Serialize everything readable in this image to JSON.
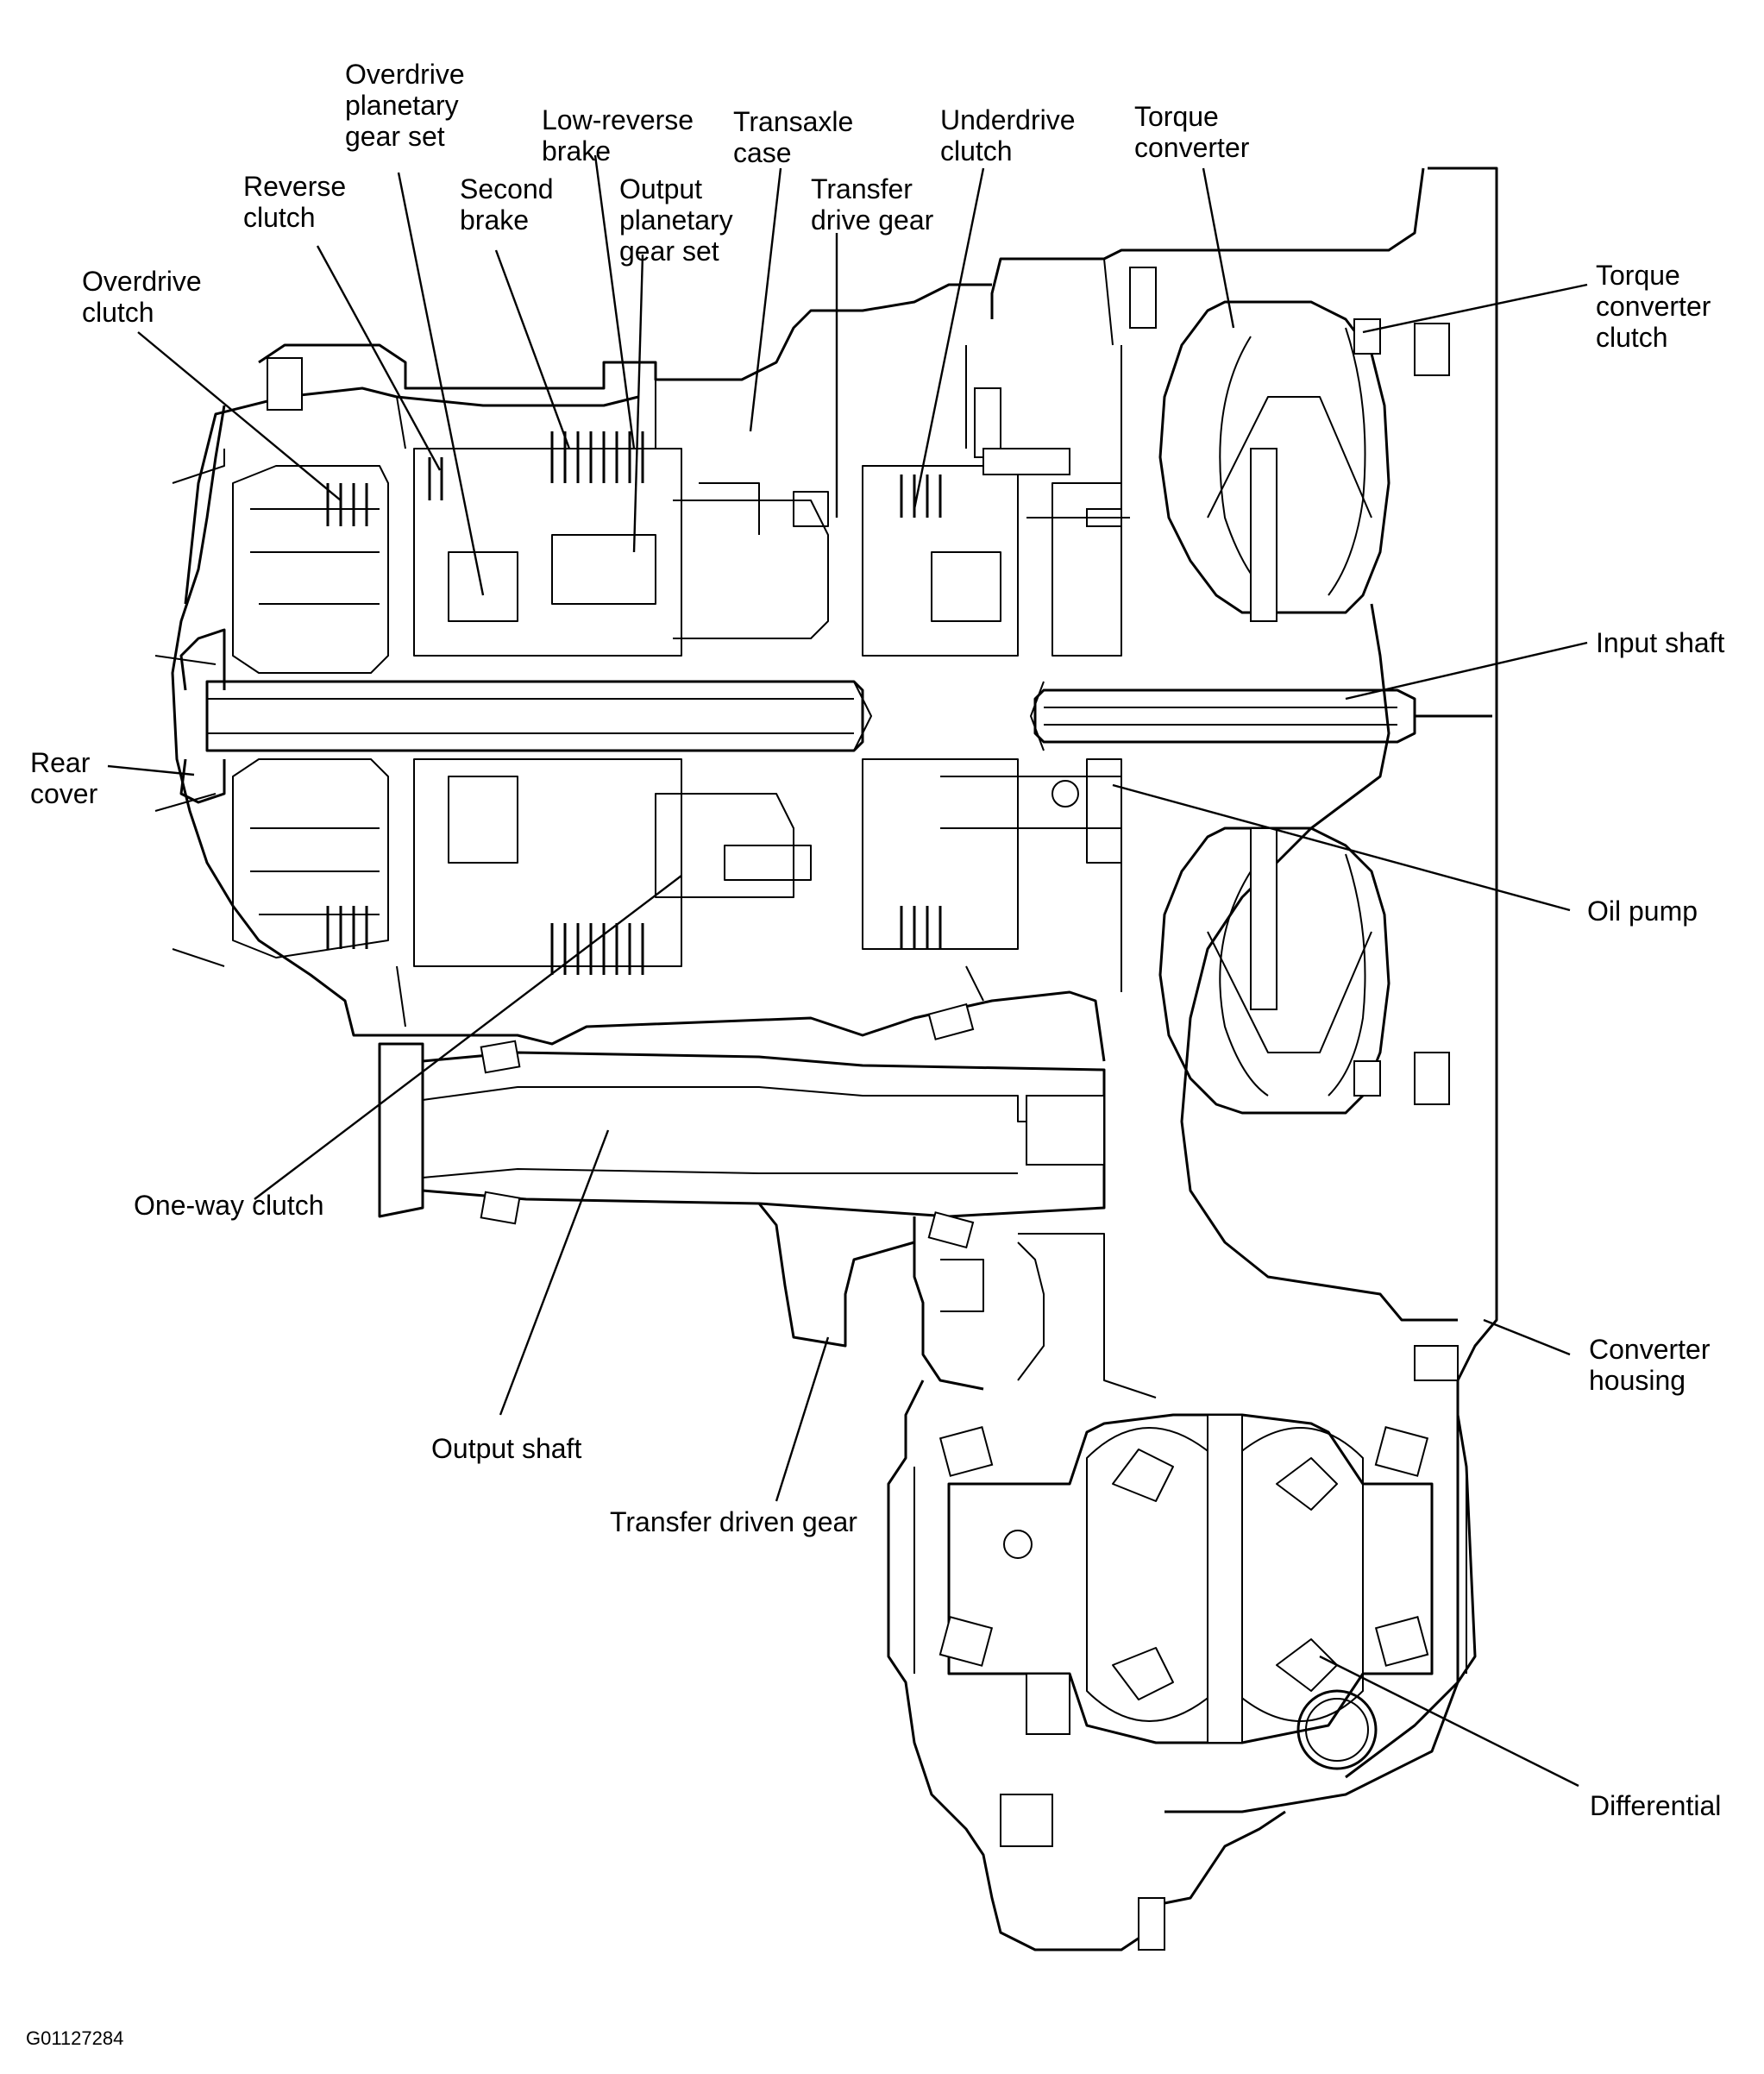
{
  "figure_id": "G01127284",
  "labels": {
    "overdrive_planetary_gear_set": [
      "Overdrive",
      "planetary",
      "gear set"
    ],
    "low_reverse_brake": [
      "Low-reverse",
      "brake"
    ],
    "transaxle_case": [
      "Transaxle",
      "case"
    ],
    "underdrive_clutch": [
      "Underdrive",
      "clutch"
    ],
    "torque_converter": [
      "Torque",
      "converter"
    ],
    "reverse_clutch": [
      "Reverse",
      "clutch"
    ],
    "second_brake": [
      "Second",
      "brake"
    ],
    "output_planetary_gear_set": [
      "Output",
      "planetary",
      "gear set"
    ],
    "transfer_drive_gear": [
      "Transfer",
      "drive gear"
    ],
    "overdrive_clutch": [
      "Overdrive",
      "clutch"
    ],
    "torque_converter_clutch": [
      "Torque",
      "converter",
      "clutch"
    ],
    "input_shaft": [
      "Input shaft"
    ],
    "rear_cover": [
      "Rear",
      "cover"
    ],
    "oil_pump": [
      "Oil pump"
    ],
    "one_way_clutch": [
      "One-way clutch"
    ],
    "converter_housing": [
      "Converter",
      "housing"
    ],
    "output_shaft": [
      "Output shaft"
    ],
    "transfer_driven_gear": [
      "Transfer driven gear"
    ],
    "differential": [
      "Differential"
    ]
  }
}
